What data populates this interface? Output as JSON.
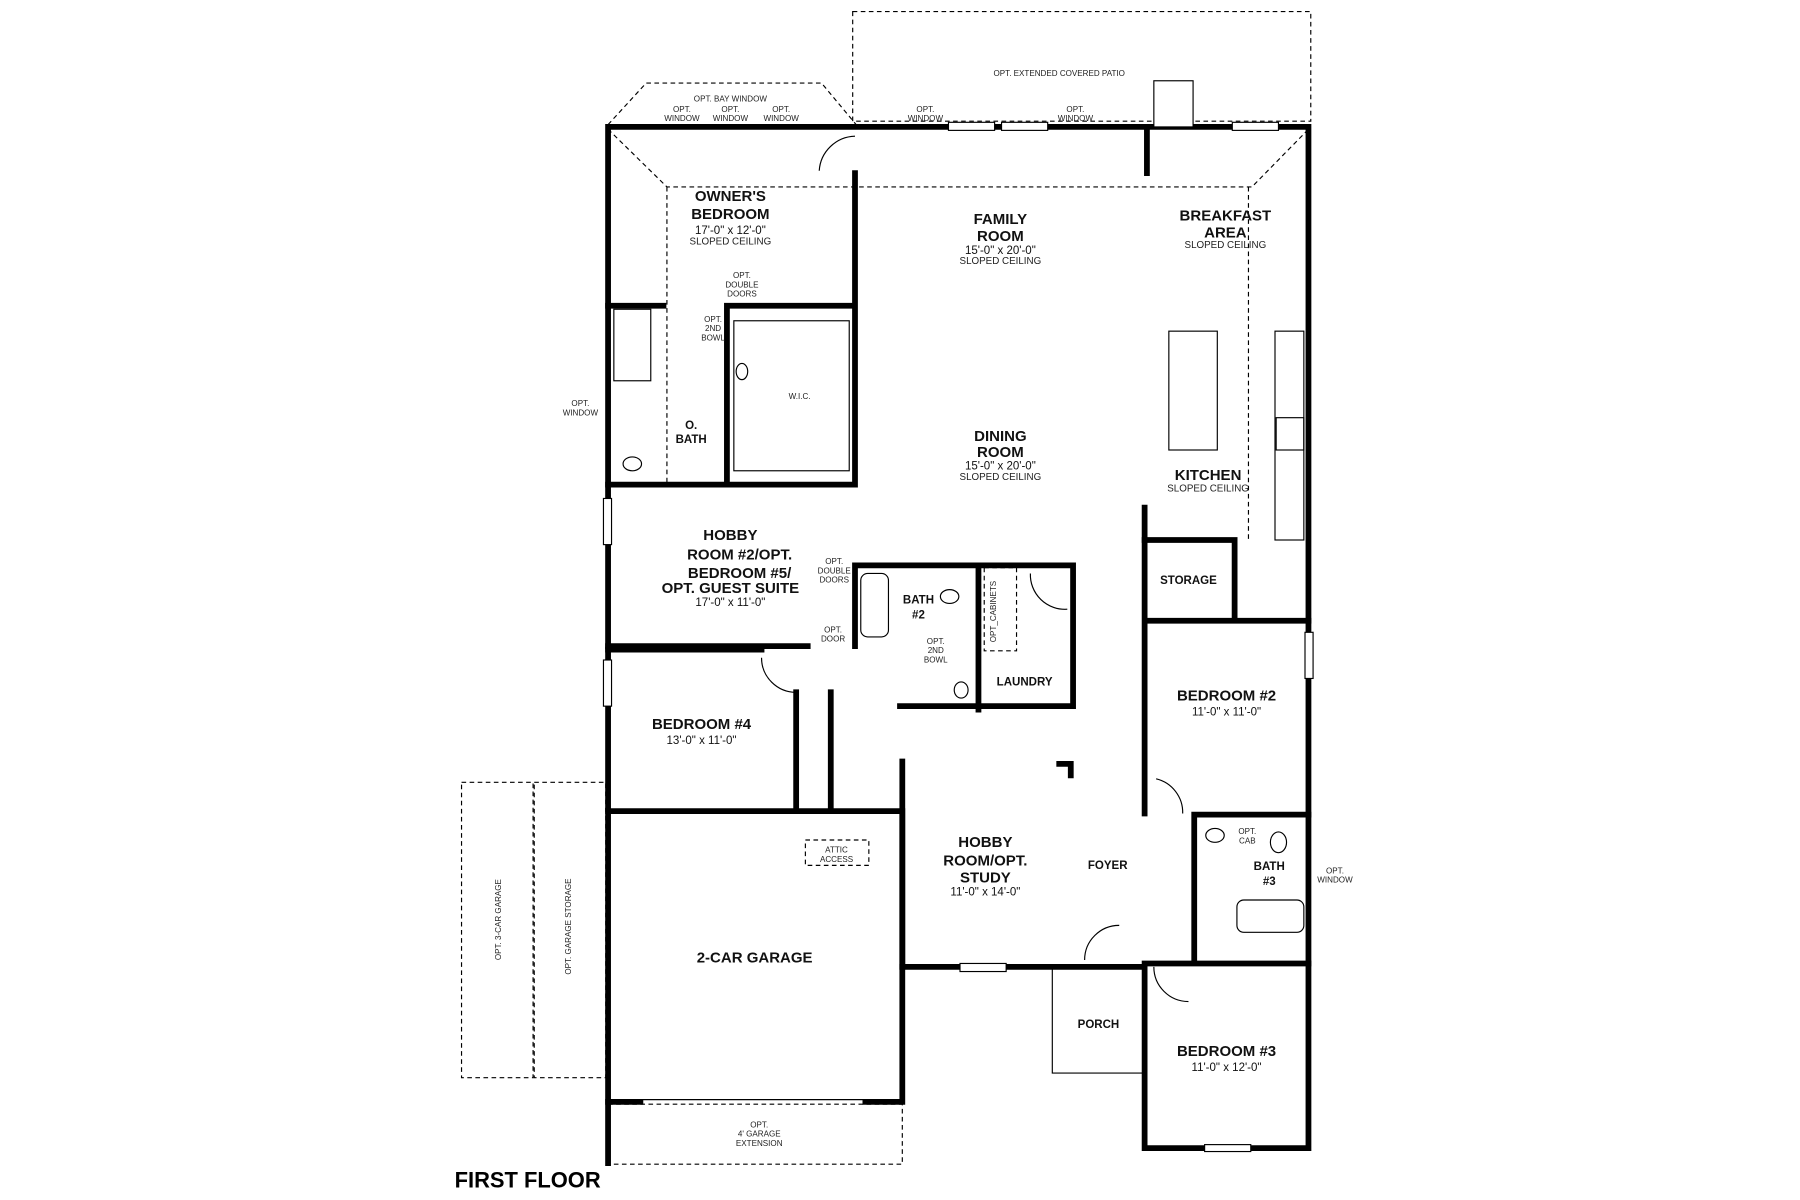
{
  "title": "FIRST FLOOR",
  "rooms": {
    "owners_bedroom": {
      "lines": [
        "OWNER'S",
        "BEDROOM"
      ],
      "size": "17'-0\" x 12'-0\"",
      "ceiling": "SLOPED CEILING"
    },
    "family_room": {
      "lines": [
        "FAMILY",
        "ROOM"
      ],
      "size": "15'-0\" x 20'-0\"",
      "ceiling": "SLOPED CEILING"
    },
    "breakfast_area": {
      "lines": [
        "BREAKFAST",
        "AREA"
      ],
      "ceiling": "SLOPED CEILING"
    },
    "dining_room": {
      "lines": [
        "DINING",
        "ROOM"
      ],
      "size": "15'-0\" x 20'-0\"",
      "ceiling": "SLOPED CEILING"
    },
    "kitchen": {
      "lines": [
        "KITCHEN"
      ],
      "ceiling": "SLOPED CEILING"
    },
    "o_bath": {
      "lines": [
        "O.",
        "BATH"
      ]
    },
    "wic": {
      "lines": [
        "W.I.C."
      ]
    },
    "hobby_room_2": {
      "lines": [
        "HOBBY",
        "ROOM #2/OPT.",
        "BEDROOM #5/",
        "OPT. GUEST SUITE"
      ],
      "size": "17'-0\" x 11'-0\""
    },
    "bath_2": {
      "lines": [
        "BATH",
        "#2"
      ]
    },
    "laundry": {
      "lines": [
        "LAUNDRY"
      ]
    },
    "storage": {
      "lines": [
        "STORAGE"
      ]
    },
    "bedroom_2": {
      "lines": [
        "BEDROOM #2"
      ],
      "size": "11'-0\" x 11'-0\""
    },
    "bedroom_4": {
      "lines": [
        "BEDROOM #4"
      ],
      "size": "13'-0\" x 11'-0\""
    },
    "hobby_study": {
      "lines": [
        "HOBBY",
        "ROOM/OPT.",
        "STUDY"
      ],
      "size": "11'-0\" x 14'-0\""
    },
    "foyer": {
      "lines": [
        "FOYER"
      ]
    },
    "bath_3": {
      "lines": [
        "BATH",
        "#3"
      ]
    },
    "porch": {
      "lines": [
        "PORCH"
      ]
    },
    "bedroom_3": {
      "lines": [
        "BEDROOM #3"
      ],
      "size": "11'-0\" x 12'-0\""
    },
    "garage": {
      "lines": [
        "2-CAR GARAGE"
      ]
    }
  },
  "notes": {
    "patio": "OPT. EXTENDED COVERED PATIO",
    "bay_window": "OPT. BAY WINDOW",
    "opt_window": [
      "OPT.",
      "WINDOW"
    ],
    "double_doors": [
      "OPT.",
      "DOUBLE",
      "DOORS"
    ],
    "second_bowl": [
      "OPT.",
      "2ND",
      "BOWL"
    ],
    "opt_door": [
      "OPT.",
      "DOOR"
    ],
    "opt_cabinets": "OPT_CABINETS",
    "opt_cab": [
      "OPT.",
      "CAB"
    ],
    "attic_access": [
      "ATTIC",
      "ACCESS"
    ],
    "three_car_garage": "OPT. 3-CAR GARAGE",
    "garage_storage": "OPT. GARAGE STORAGE",
    "garage_extension": [
      "OPT.",
      "4' GARAGE",
      "EXTENSION"
    ]
  }
}
